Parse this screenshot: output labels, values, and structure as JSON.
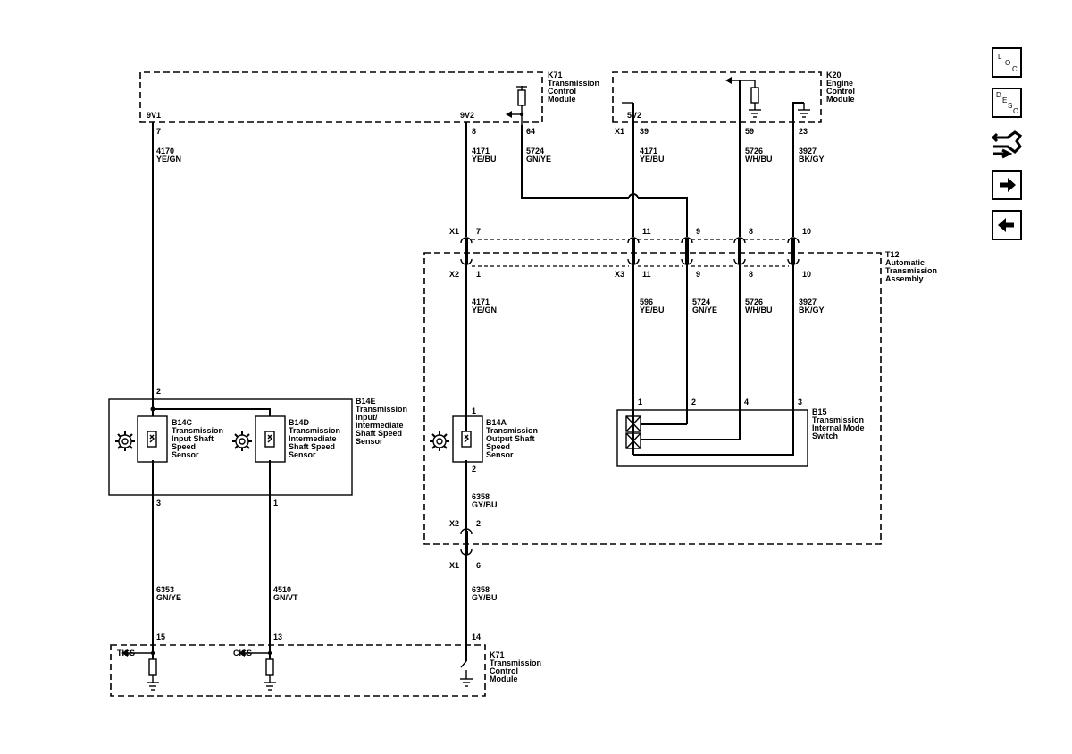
{
  "modules": {
    "k71_top": {
      "id": "K71",
      "lines": [
        "Transmission",
        "Control",
        "Module"
      ]
    },
    "k20": {
      "id": "K20",
      "lines": [
        "Engine",
        "Control",
        "Module"
      ]
    },
    "t12": {
      "id": "T12",
      "lines": [
        "Automatic",
        "Transmission",
        "Assembly"
      ]
    },
    "k71_bottom": {
      "id": "K71",
      "lines": [
        "Transmission",
        "Control",
        "Module"
      ]
    },
    "b14e": {
      "id": "B14E",
      "lines": [
        "Transmission",
        "Input/",
        "Intermediate",
        "Shaft Speed",
        "Sensor"
      ]
    }
  },
  "components": {
    "b14c": {
      "id": "B14C",
      "lines": [
        "Transmission",
        "Input Shaft",
        "Speed",
        "Sensor"
      ]
    },
    "b14d": {
      "id": "B14D",
      "lines": [
        "Transmission",
        "Intermediate",
        "Shaft Speed",
        "Sensor"
      ]
    },
    "b14a": {
      "id": "B14A",
      "lines": [
        "Transmission",
        "Output Shaft",
        "Speed",
        "Sensor"
      ]
    },
    "b15": {
      "id": "B15",
      "lines": [
        "Transmission",
        "Internal Mode",
        "Switch"
      ]
    }
  },
  "supplies": {
    "k71_9v1": "9V1",
    "k71_9v2": "9V2",
    "k20_5v2": "5V2"
  },
  "connectors": {
    "x1": "X1",
    "x2": "X2",
    "x3": "X3"
  },
  "pins": {
    "k71_7": "7",
    "k71_8": "8",
    "k71_64": "64",
    "k20_39": "39",
    "k20_59": "59",
    "k20_23": "23",
    "x1_7": "7",
    "x1_11": "11",
    "x1_9": "9",
    "x1_8": "8",
    "x1_10": "10",
    "x2_1": "1",
    "x3_11": "11",
    "x3_9": "9",
    "x3_8": "8",
    "x3_10": "10",
    "b14e_2": "2",
    "b14e_3": "3",
    "b14e_1": "1",
    "b14a_1": "1",
    "b14a_2": "2",
    "b15_1": "1",
    "b15_2": "2",
    "b15_4": "4",
    "b15_3": "3",
    "x2_2": "2",
    "x1_6": "6",
    "k71b_15": "15",
    "k71b_13": "13",
    "k71b_14": "14"
  },
  "wires": {
    "w4170": {
      "circuit": "4170",
      "color": "YE/GN"
    },
    "w4171a": {
      "circuit": "4171",
      "color": "YE/BU"
    },
    "w5724a": {
      "circuit": "5724",
      "color": "GN/YE"
    },
    "w4171b": {
      "circuit": "4171",
      "color": "YE/BU"
    },
    "w5726a": {
      "circuit": "5726",
      "color": "WH/BU"
    },
    "w3927a": {
      "circuit": "3927",
      "color": "BK/GY"
    },
    "w4171c": {
      "circuit": "4171",
      "color": "YE/GN"
    },
    "w596": {
      "circuit": "596",
      "color": "YE/BU"
    },
    "w5724b": {
      "circuit": "5724",
      "color": "GN/YE"
    },
    "w5726b": {
      "circuit": "5726",
      "color": "WH/BU"
    },
    "w3927b": {
      "circuit": "3927",
      "color": "BK/GY"
    },
    "w6358a": {
      "circuit": "6358",
      "color": "GY/BU"
    },
    "w6358b": {
      "circuit": "6358",
      "color": "GY/BU"
    },
    "w6353": {
      "circuit": "6353",
      "color": "GN/YE"
    },
    "w4510": {
      "circuit": "4510",
      "color": "GN/VT"
    }
  },
  "signals": {
    "tiss": "TISS",
    "ciss": "CISS"
  },
  "nav": {
    "loc": {
      "l1": "L",
      "l2": "O",
      "l3": "C"
    },
    "desc": {
      "l1": "D",
      "l2": "E",
      "l3": "S",
      "l4": "C"
    },
    "icons": [
      "loc-icon",
      "desc-icon",
      "connector-end-view-icon",
      "next-arrow-icon",
      "previous-arrow-icon"
    ]
  }
}
